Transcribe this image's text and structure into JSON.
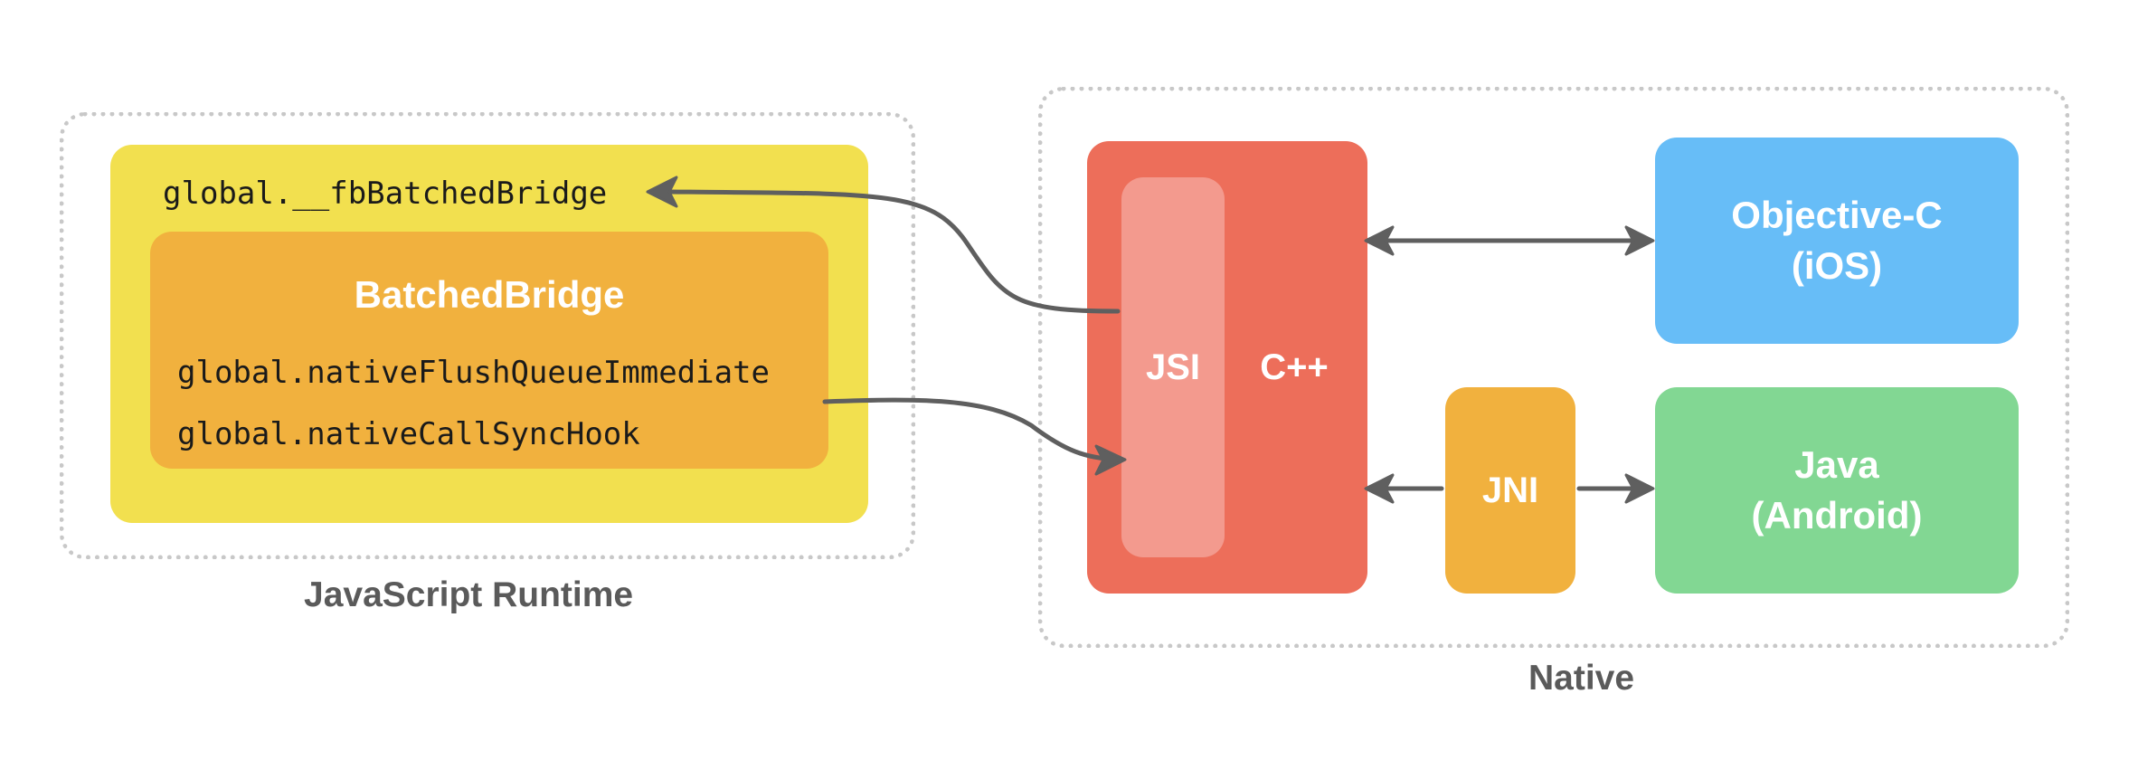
{
  "colors": {
    "js_runtime_outer": "#f2e04f",
    "batched_bridge": "#f1b13e",
    "cpp": "#ed6e5a",
    "jsi": "#f39a8e",
    "objc": "#67bdf7",
    "java": "#82d793",
    "jni": "#f1b13e",
    "arrow": "#5f5f5f",
    "group_border": "#c8c8c8",
    "group_label": "#5a5a5a"
  },
  "js_runtime": {
    "label": "JavaScript Runtime",
    "global_bridge": "global.__fbBatchedBridge",
    "batched_bridge": {
      "title": "BatchedBridge",
      "flush_queue": "global.nativeFlushQueueImmediate",
      "call_sync_hook": "global.nativeCallSyncHook"
    }
  },
  "native": {
    "label": "Native",
    "jsi": "JSI",
    "cpp": "C++",
    "jni": "JNI",
    "objc": {
      "line1": "Objective-C",
      "line2": "(iOS)"
    },
    "java": {
      "line1": "Java",
      "line2": "(Android)"
    }
  }
}
